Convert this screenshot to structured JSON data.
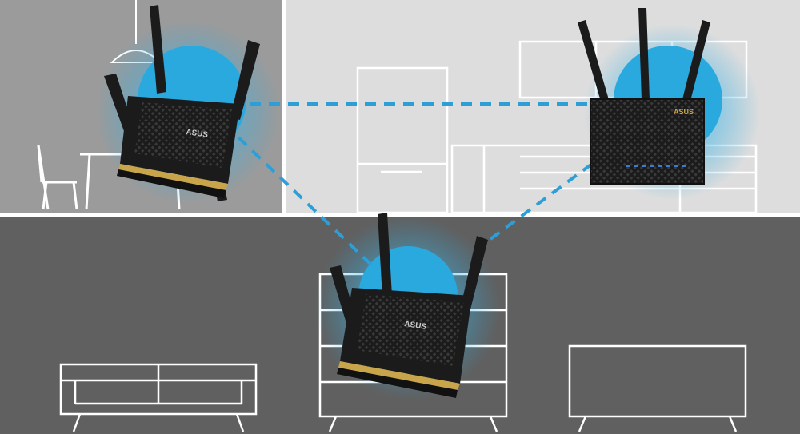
{
  "colors": {
    "room_top_left": "#9b9b9b",
    "room_top_right": "#dddddd",
    "room_bottom": "#606060",
    "divider": "#ffffff",
    "outline_light": "#ffffff",
    "outline_on_light": "#ffffff",
    "glow": "#2aa9df",
    "link": "#2e9fd6",
    "router_body": "#1b1b1b",
    "router_grille": "#3a3a3a",
    "router_accent": "#c8a44a",
    "router_led": "#3a7bd5"
  },
  "icons": {
    "mesh_router": "mesh-router-icon",
    "main_router": "wireless-router-icon"
  },
  "routers": [
    {
      "name": "router-top-left",
      "logo": "ASUS"
    },
    {
      "name": "router-top-right",
      "logo": "ASUS"
    },
    {
      "name": "router-bottom-center",
      "logo": "ASUS"
    }
  ],
  "links": [
    {
      "from": "router-top-left",
      "to": "router-top-right"
    },
    {
      "from": "router-top-left",
      "to": "router-bottom-center"
    },
    {
      "from": "router-top-right",
      "to": "router-bottom-center"
    }
  ]
}
